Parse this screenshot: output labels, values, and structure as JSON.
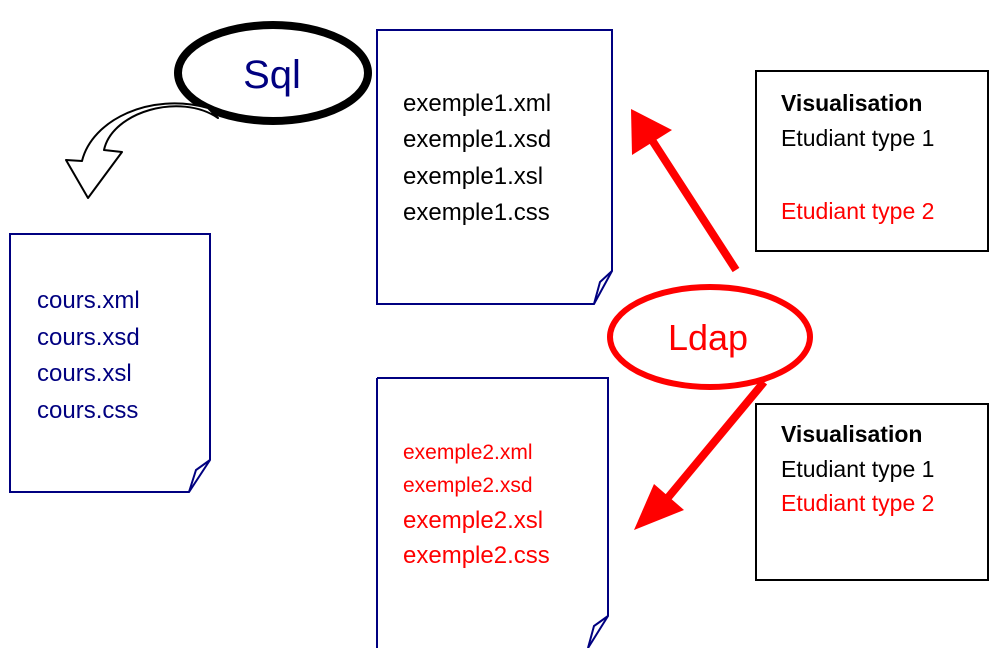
{
  "colors": {
    "navy": "#000080",
    "red": "#ff0000",
    "black": "#000000"
  },
  "sql_label": "Sql",
  "ldap_label": "Ldap",
  "cours_doc": {
    "lines": [
      "cours.xml",
      "cours.xsd",
      "cours.xsl",
      "cours.css"
    ]
  },
  "exemple1_doc": {
    "lines": [
      "exemple1.xml",
      "exemple1.xsd",
      "exemple1.xsl",
      "exemple1.css"
    ]
  },
  "exemple2_doc": {
    "lines": [
      "exemple2.xml",
      "exemple2.xsd",
      "exemple2.xsl",
      "exemple2.css"
    ]
  },
  "visual_box_1": {
    "title": "Visualisation",
    "item_1": "Etudiant type 1",
    "item_2": "Etudiant type 2"
  },
  "visual_box_2": {
    "title": "Visualisation",
    "item_1": "Etudiant type 1",
    "item_2": "Etudiant type 2"
  }
}
